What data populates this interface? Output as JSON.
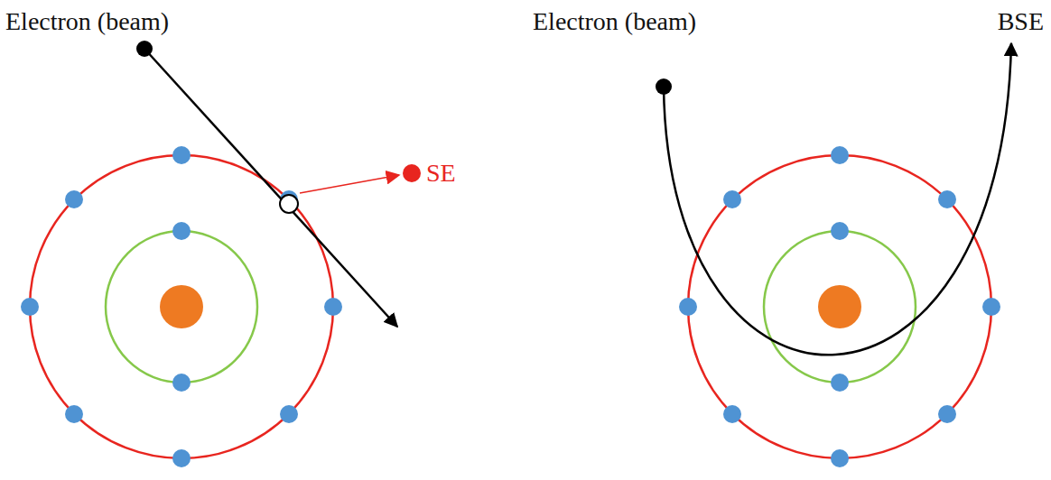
{
  "diagram": {
    "labels": [
      "Electron (beam)",
      "SE",
      "Electron (beam)",
      "BSE"
    ]
  }
}
